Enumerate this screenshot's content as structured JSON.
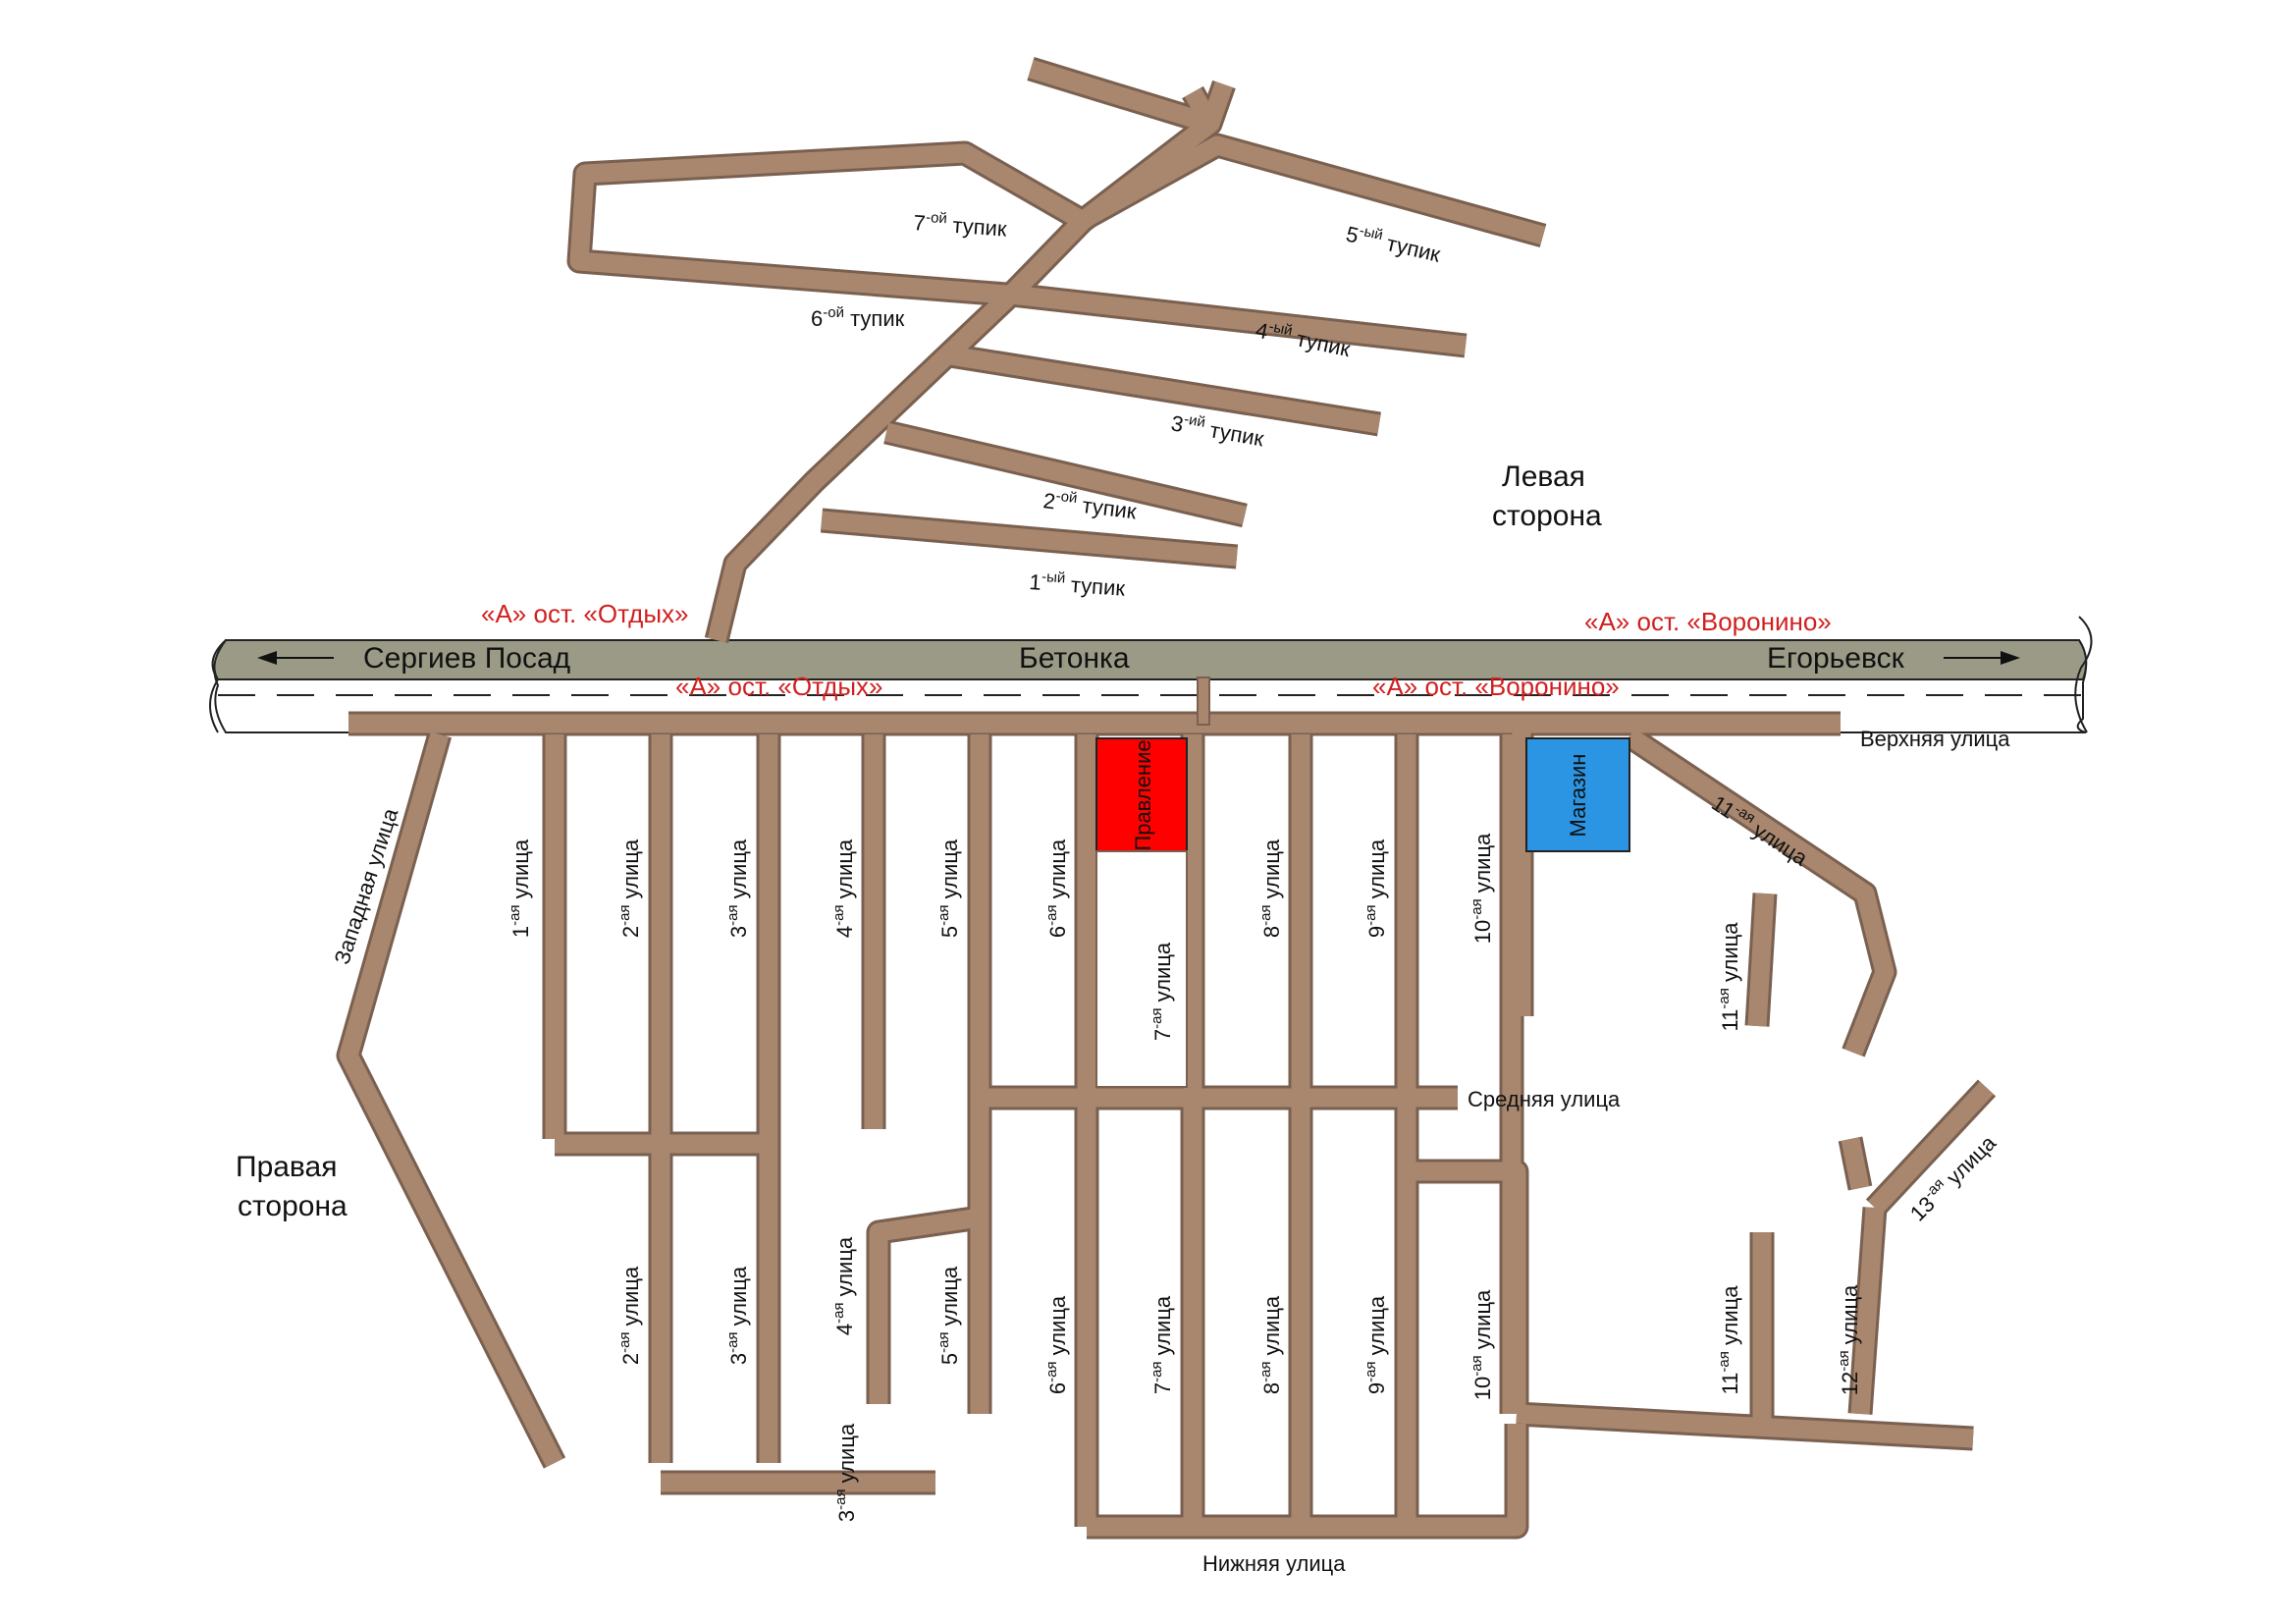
{
  "colors": {
    "road_fill": "#a8876e",
    "road_edge": "#7a6050",
    "highway": "#9a9a86",
    "stop_label": "#d21f1f",
    "pravlenie": "#ff0000",
    "magazin": "#2b95e3"
  },
  "highway": {
    "west_label": "Сергиев Посад",
    "center_label": "Бетонка",
    "east_label": "Егорьевск",
    "west_arrow_icon": "arrow-left-icon",
    "east_arrow_icon": "arrow-right-icon"
  },
  "stops": {
    "otdykh_north": "«А» ост. «Отдых»",
    "otdykh_south": "«А» ост. «Отдых»",
    "voronino_north": "«А» ост. «Воронино»",
    "voronino_south": "«А» ост. «Воронино»"
  },
  "areas": {
    "left_side_line1": "Левая",
    "left_side_line2": "сторона",
    "right_side_line1": "Правая",
    "right_side_line2": "сторона"
  },
  "tupiki": [
    {
      "num": "1",
      "sup": "-ый",
      "word": "тупик"
    },
    {
      "num": "2",
      "sup": "-ой",
      "word": "тупик"
    },
    {
      "num": "3",
      "sup": "-ий",
      "word": "тупик"
    },
    {
      "num": "4",
      "sup": "-ый",
      "word": "тупик"
    },
    {
      "num": "5",
      "sup": "-ый",
      "word": "тупик"
    },
    {
      "num": "6",
      "sup": "-ой",
      "word": "тупик"
    },
    {
      "num": "7",
      "sup": "-ой",
      "word": "тупик"
    }
  ],
  "streets": {
    "verkhnyaya": "Верхняя улица",
    "srednyaya": "Средняя улица",
    "nizhnyaya": "Нижняя улица",
    "zapadnaya": "Западная улица",
    "ulica_word": "улица",
    "ordinal_sup": "-ая"
  },
  "numbered_streets": [
    "1",
    "2",
    "3",
    "4",
    "5",
    "6",
    "7",
    "8",
    "9",
    "10",
    "11",
    "12",
    "13"
  ],
  "buildings": {
    "pravlenie": "Правление",
    "magazin": "Магазин"
  }
}
